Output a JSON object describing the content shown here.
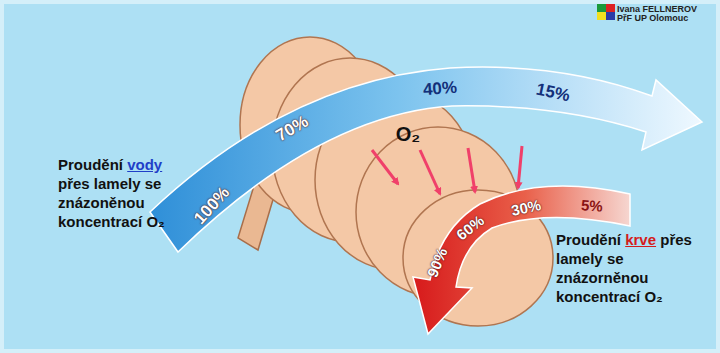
{
  "diagram": {
    "labels": [
      "Ivana FELLNEROV",
      "PřF UP Olomouc",
      "100%",
      "70%",
      "40%",
      "15%",
      "O₂",
      "90%",
      "60%",
      "30%",
      "5%",
      "Proudění vody přes lamely se znázoněnou koncentrací O₂",
      "Proudění krve přes lamely se znázorněnou koncentrací O₂"
    ]
  }
}
